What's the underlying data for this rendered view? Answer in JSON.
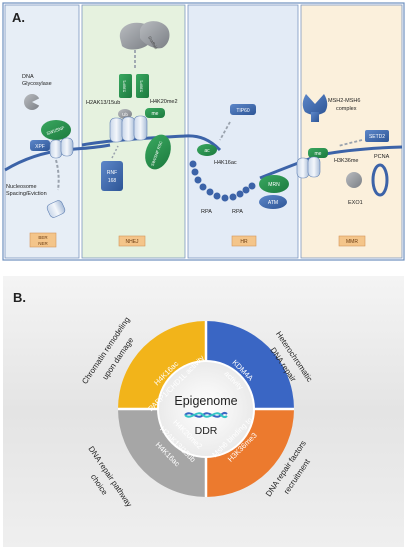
{
  "panel_a": {
    "label": "A.",
    "sections": [
      {
        "tag": "BER\nNER",
        "color": "#e7eef6"
      },
      {
        "tag": "NHEJ",
        "color": "#e6f2df"
      },
      {
        "tag": "HR",
        "color": "#e3ebf6"
      },
      {
        "tag": "MMR",
        "color": "#fbf0dc"
      }
    ],
    "section_tags": [
      "BER NER",
      "NHEJ",
      "HR",
      "MMR"
    ],
    "labels": {
      "dna_glycosylase": "DNA Glycosylase",
      "swi_snf": "SWI/SNF",
      "xpf": "XPF",
      "nucleosome_spacing": "Nucleosome Spacing/Eviction",
      "h2ak13": "H2AK13/15ub",
      "h4k20me2": "H4K20me2",
      "ub": "Ub",
      "me": "me",
      "rnf168": "RNF 168",
      "swi_snf_2": "SWI/SNF RSC",
      "p53bp1a": "53BP1",
      "p53bp1b": "53BP1",
      "tip60": "TIP60",
      "h4k16ac": "H4K16ac",
      "ac": "ac",
      "mrn": "MRN",
      "atm": "ATM",
      "rpa1": "RPA",
      "rpa2": "RPA",
      "msh": "MSH2-MSH6 complex",
      "setd2": "SETD2",
      "me2": "me",
      "h3k36me": "H3K36me",
      "pcna": "PCNA",
      "exo1": "EXO1"
    }
  },
  "panel_b": {
    "label": "B.",
    "center_title": "Epigenome",
    "center_sub": "DDR",
    "quadrants": {
      "top_left": {
        "line1": "H4K16ac",
        "line2": "PARP1/CHD1L activity",
        "color": "#f2b41a"
      },
      "top_right": {
        "line1": "KDM4A",
        "line2": "activity",
        "color": "#3a66c4"
      },
      "bottom_right": {
        "line1": "Msh6 binding to",
        "line2": "H3K36me3",
        "color": "#ec7a2e"
      },
      "bottom_left": {
        "line1": "H4K20me2",
        "line2": "H2AK13/15ub",
        "line3": "H4K16ac",
        "color": "#a6a6a6"
      }
    },
    "outer_labels": {
      "top_left": "Chromatin remodeling upon damage",
      "top_right": "Heterochromatic DNA repair",
      "bottom_right": "DNA repair factors recruitment",
      "bottom_left": "DNA repair pathway choice"
    },
    "outer_lines": {
      "tl1": "Chromatin remodeling",
      "tl2": "upon damage",
      "tr1": "Heterochromatic",
      "tr2": "DNA repair",
      "br1": "DNA repair factors",
      "br2": "recruitment",
      "bl1": "DNA repair pathway",
      "bl2": "choice"
    }
  }
}
